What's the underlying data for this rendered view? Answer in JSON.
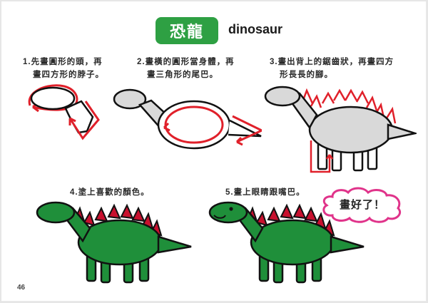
{
  "header": {
    "title_zh": "恐龍",
    "title_en": "dinosaur",
    "badge_color": "#2ea043"
  },
  "steps": [
    {
      "number": "1.",
      "line1": "先畫圓形的頭，再",
      "line2": "畫四方形的脖子。"
    },
    {
      "number": "2.",
      "line1": "畫橫的圓形當身體，再",
      "line2": "畫三角形的尾巴。"
    },
    {
      "number": "3.",
      "line1": "畫出背上的鋸齒狀，再畫四方",
      "line2": "形長長的腳。"
    },
    {
      "number": "4.",
      "line1": "塗上喜歡的顏色。"
    },
    {
      "number": "5.",
      "line1": "畫上眼睛跟嘴巴。"
    }
  ],
  "bubble": {
    "text": "畫好了！",
    "border_color": "#e0338a"
  },
  "colors": {
    "guide_red": "#e0202a",
    "outline": "#111111",
    "gray_fill": "#d9d9d9",
    "green_fill": "#1f8f3a",
    "spike_red": "#c8102e"
  },
  "footer": {
    "page_number": "46"
  }
}
